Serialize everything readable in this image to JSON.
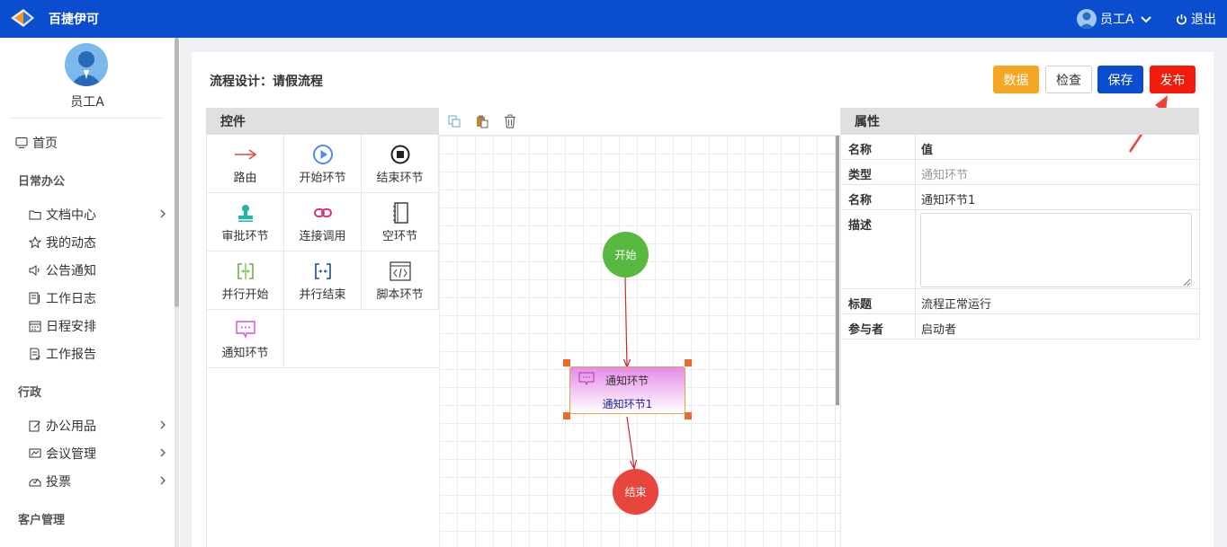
{
  "app": {
    "title": "百捷伊可"
  },
  "header": {
    "user_name": "员工A",
    "logout_label": "退出"
  },
  "sidebar": {
    "user_name": "员工A",
    "home": "首页",
    "groups": [
      {
        "title": "日常办公",
        "items": [
          "文档中心",
          "我的动态",
          "公告通知",
          "工作日志",
          "日程安排",
          "工作报告"
        ]
      },
      {
        "title": "行政",
        "items": [
          "办公用品",
          "会议管理",
          "投票"
        ]
      },
      {
        "title": "客户管理",
        "items": []
      }
    ]
  },
  "page": {
    "title": "流程设计：请假流程"
  },
  "toolbar": {
    "data_label": "数据",
    "check_label": "检查",
    "save_label": "保存",
    "publish_label": "发布"
  },
  "controls": {
    "title": "控件",
    "items": [
      "路由",
      "开始环节",
      "结束环节",
      "审批环节",
      "连接调用",
      "空环节",
      "并行开始",
      "并行结束",
      "脚本环节",
      "通知环节"
    ]
  },
  "canvas": {
    "start_label": "开始",
    "end_label": "结束",
    "node_type": "通知环节",
    "node_name": "通知环节1"
  },
  "properties": {
    "title": "属性",
    "header_key": "名称",
    "header_value": "值",
    "rows": [
      {
        "key": "类型",
        "value": "通知环节"
      },
      {
        "key": "名称",
        "value": "通知环节1"
      },
      {
        "key": "描述",
        "value": ""
      },
      {
        "key": "标题",
        "value": "流程正常运行"
      },
      {
        "key": "参与者",
        "value": "启动者"
      }
    ]
  },
  "colors": {
    "header": "#0a4ecf",
    "data_btn": "#f5a623",
    "save_btn": "#0a4ecf",
    "publish_btn": "#f21c0d",
    "start": "#57b940",
    "end": "#e8453c",
    "annotation_arrow": "#f0413a"
  }
}
